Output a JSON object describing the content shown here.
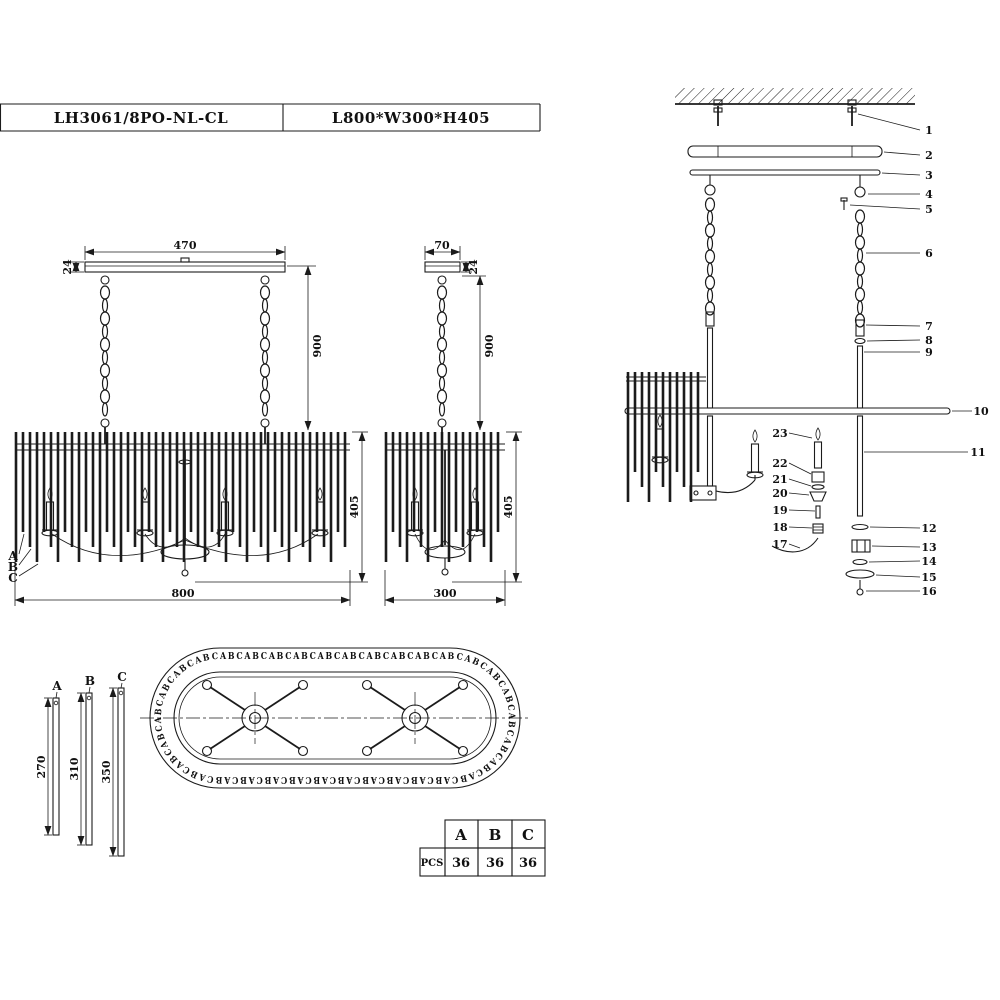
{
  "title_block": {
    "model": "LH3061/8PO-NL-CL",
    "size": "L800*W300*H405"
  },
  "front_view": {
    "dims": {
      "canopy_width": "470",
      "canopy_height": "24",
      "drop": "900",
      "body_height": "405",
      "length": "800"
    },
    "rod_labels": [
      "A",
      "B",
      "C"
    ]
  },
  "side_view": {
    "dims": {
      "canopy_width": "70",
      "canopy_height": "24",
      "drop": "900",
      "body_height": "405",
      "width": "300"
    }
  },
  "exploded_view": {
    "right_callouts": [
      "1",
      "2",
      "3",
      "4",
      "5",
      "6",
      "7",
      "8",
      "9",
      "10",
      "11",
      "12",
      "13",
      "14",
      "15",
      "16"
    ],
    "left_callouts": [
      "23",
      "22",
      "21",
      "20",
      "19",
      "18",
      "17"
    ]
  },
  "detail_views": [
    {
      "label": "A",
      "length": "270"
    },
    {
      "label": "B",
      "length": "310"
    },
    {
      "label": "C",
      "length": "350"
    }
  ],
  "plan_view": {
    "ring_text": "ABCABCABCABCABCABCABCABCABCABCABCABCABCABCABCABCABCABCABCABCABCABCABCABCABCABCABCABCABCABCABCABCABCABC"
  },
  "parts_table": {
    "columns": [
      "A",
      "B",
      "C"
    ],
    "row_label": "PCS",
    "values": [
      "36",
      "36",
      "36"
    ]
  }
}
